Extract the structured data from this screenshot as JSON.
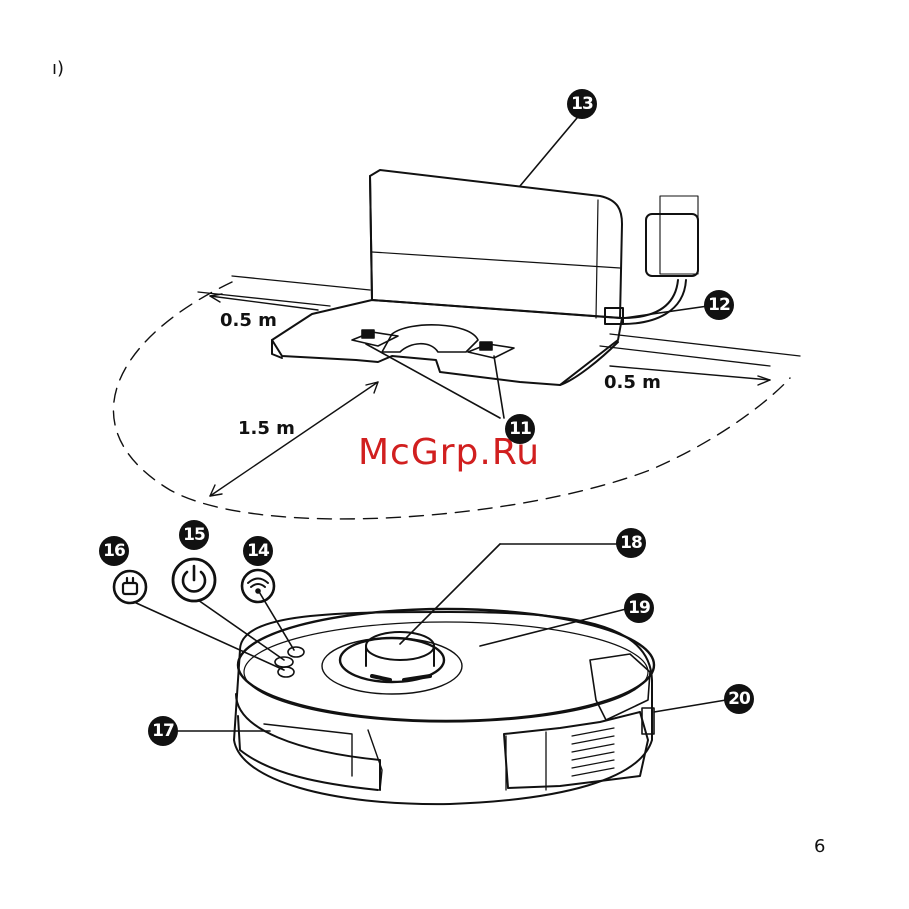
{
  "corner_text_top": "ı)",
  "page_number": "6",
  "watermark": "McGrp.Ru",
  "dimensions": {
    "left_clearance": "0.5 m",
    "right_clearance": "0.5 m",
    "front_clearance": "1.5 m"
  },
  "callouts": {
    "c11": "11",
    "c12": "12",
    "c13": "13",
    "c14": "14",
    "c15": "15",
    "c16": "16",
    "c17": "17",
    "c18": "18",
    "c19": "19",
    "c20": "20"
  },
  "icons": {
    "dock_button": "plug-icon",
    "power_button": "power-icon",
    "wifi_indicator": "wifi-icon"
  },
  "colors": {
    "line": "#111111",
    "watermark": "#d11f1f"
  }
}
